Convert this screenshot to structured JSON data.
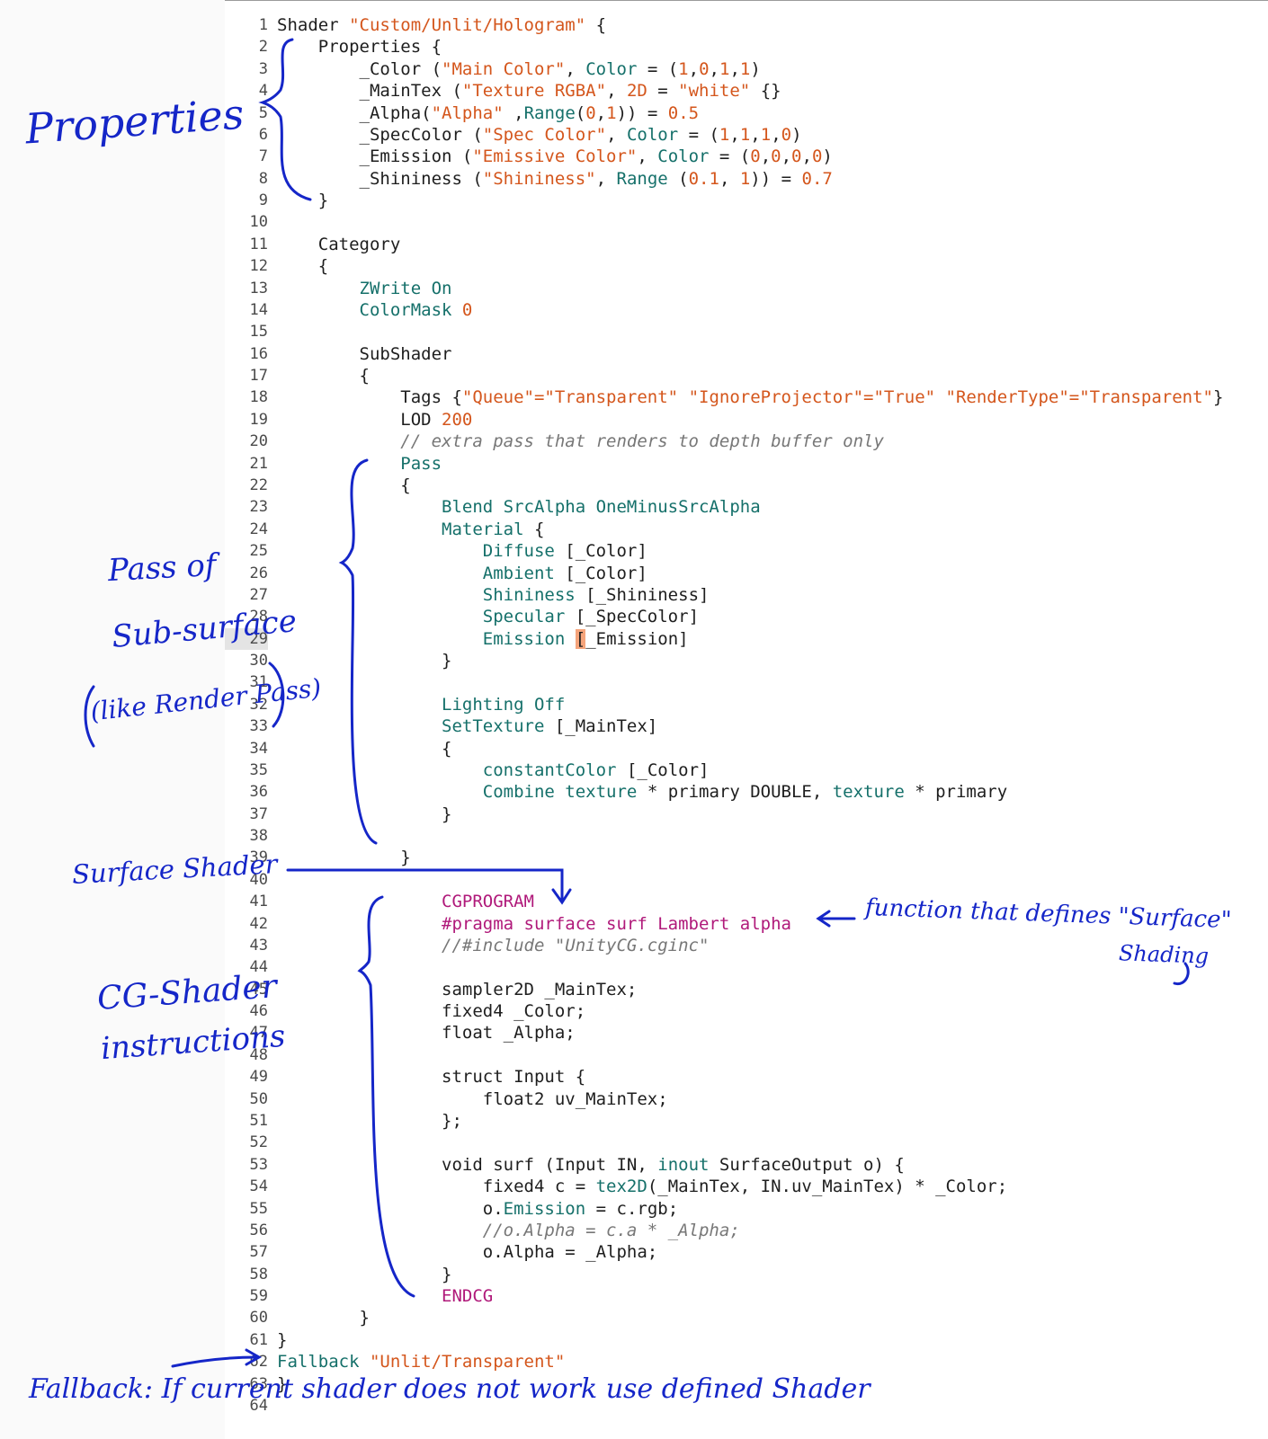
{
  "editor": {
    "current_line": 29,
    "lines": [
      {
        "n": "1",
        "segs": [
          [
            "",
            "Shader "
          ],
          [
            "st",
            "\"Custom/Unlit/Hologram\""
          ],
          [
            "",
            " {"
          ]
        ]
      },
      {
        "n": "2",
        "segs": [
          [
            "",
            "    Properties {"
          ]
        ]
      },
      {
        "n": "3",
        "segs": [
          [
            "",
            "        _Color ("
          ],
          [
            "st",
            "\"Main Color\""
          ],
          [
            "",
            ", "
          ],
          [
            "kw",
            "Color"
          ],
          [
            "",
            " = ("
          ],
          [
            "nu",
            "1"
          ],
          [
            "",
            ","
          ],
          [
            "nu",
            "0"
          ],
          [
            "",
            ","
          ],
          [
            "nu",
            "1"
          ],
          [
            "",
            ","
          ],
          [
            "nu",
            "1"
          ],
          [
            "",
            ")"
          ]
        ]
      },
      {
        "n": "4",
        "segs": [
          [
            "",
            "        _MainTex ("
          ],
          [
            "st",
            "\"Texture RGBA\""
          ],
          [
            "",
            ", "
          ],
          [
            "nu",
            "2D"
          ],
          [
            "",
            " = "
          ],
          [
            "st",
            "\"white\""
          ],
          [
            "",
            " {}"
          ]
        ]
      },
      {
        "n": "5",
        "segs": [
          [
            "",
            "        _Alpha("
          ],
          [
            "st",
            "\"Alpha\""
          ],
          [
            "",
            " ,"
          ],
          [
            "kw",
            "Range"
          ],
          [
            "",
            "("
          ],
          [
            "nu",
            "0"
          ],
          [
            "",
            ","
          ],
          [
            "nu",
            "1"
          ],
          [
            "",
            "))"
          ],
          [
            "",
            " = "
          ],
          [
            "nu",
            "0.5"
          ]
        ]
      },
      {
        "n": "6",
        "segs": [
          [
            "",
            "        _SpecColor ("
          ],
          [
            "st",
            "\"Spec Color\""
          ],
          [
            "",
            ", "
          ],
          [
            "kw",
            "Color"
          ],
          [
            "",
            " = ("
          ],
          [
            "nu",
            "1"
          ],
          [
            "",
            ","
          ],
          [
            "nu",
            "1"
          ],
          [
            "",
            ","
          ],
          [
            "nu",
            "1"
          ],
          [
            "",
            ","
          ],
          [
            "nu",
            "0"
          ],
          [
            "",
            ")"
          ]
        ]
      },
      {
        "n": "7",
        "segs": [
          [
            "",
            "        _Emission ("
          ],
          [
            "st",
            "\"Emissive Color\""
          ],
          [
            "",
            ", "
          ],
          [
            "kw",
            "Color"
          ],
          [
            "",
            " = ("
          ],
          [
            "nu",
            "0"
          ],
          [
            "",
            ","
          ],
          [
            "nu",
            "0"
          ],
          [
            "",
            ","
          ],
          [
            "nu",
            "0"
          ],
          [
            "",
            ","
          ],
          [
            "nu",
            "0"
          ],
          [
            "",
            ")"
          ]
        ]
      },
      {
        "n": "8",
        "segs": [
          [
            "",
            "        _Shininess ("
          ],
          [
            "st",
            "\"Shininess\""
          ],
          [
            "",
            ", "
          ],
          [
            "kw",
            "Range"
          ],
          [
            "",
            " ("
          ],
          [
            "nu",
            "0.1"
          ],
          [
            "",
            ", "
          ],
          [
            "nu",
            "1"
          ],
          [
            "",
            "))"
          ],
          [
            "",
            " = "
          ],
          [
            "nu",
            "0.7"
          ]
        ]
      },
      {
        "n": "9",
        "segs": [
          [
            "",
            "    }"
          ]
        ]
      },
      {
        "n": "10",
        "segs": []
      },
      {
        "n": "11",
        "segs": [
          [
            "",
            "    Category"
          ]
        ]
      },
      {
        "n": "12",
        "segs": [
          [
            "",
            "    {"
          ]
        ]
      },
      {
        "n": "13",
        "segs": [
          [
            "kw",
            "        ZWrite On"
          ]
        ]
      },
      {
        "n": "14",
        "segs": [
          [
            "kw",
            "        ColorMask "
          ],
          [
            "nu",
            "0"
          ]
        ]
      },
      {
        "n": "15",
        "segs": []
      },
      {
        "n": "16",
        "segs": [
          [
            "",
            "        SubShader"
          ]
        ]
      },
      {
        "n": "17",
        "segs": [
          [
            "",
            "        {"
          ]
        ]
      },
      {
        "n": "18",
        "segs": [
          [
            "",
            "            Tags {"
          ],
          [
            "st",
            "\"Queue\"=\"Transparent\" \"IgnoreProjector\"=\"True\" \"RenderType\"=\"Transparent\""
          ],
          [
            "",
            "}"
          ]
        ]
      },
      {
        "n": "19",
        "segs": [
          [
            "",
            "            LOD "
          ],
          [
            "nu",
            "200"
          ]
        ]
      },
      {
        "n": "20",
        "segs": [
          [
            "cm",
            "            // extra pass that renders to depth buffer only"
          ]
        ]
      },
      {
        "n": "21",
        "segs": [
          [
            "kw",
            "            Pass"
          ]
        ]
      },
      {
        "n": "22",
        "segs": [
          [
            "",
            "            {"
          ]
        ]
      },
      {
        "n": "23",
        "segs": [
          [
            "kw",
            "                Blend SrcAlpha OneMinusSrcAlpha"
          ]
        ]
      },
      {
        "n": "24",
        "segs": [
          [
            "kw",
            "                Material"
          ],
          [
            "",
            " {"
          ]
        ]
      },
      {
        "n": "25",
        "segs": [
          [
            "kw",
            "                    Diffuse"
          ],
          [
            "",
            " [_Color]"
          ]
        ]
      },
      {
        "n": "26",
        "segs": [
          [
            "kw",
            "                    Ambient"
          ],
          [
            "",
            " [_Color]"
          ]
        ]
      },
      {
        "n": "27",
        "segs": [
          [
            "kw",
            "                    Shininess"
          ],
          [
            "",
            " [_Shininess]"
          ]
        ]
      },
      {
        "n": "28",
        "segs": [
          [
            "kw",
            "                    Specular"
          ],
          [
            "",
            " [_SpecColor]"
          ]
        ]
      },
      {
        "n": "29",
        "segs": [
          [
            "kw",
            "                    Emission"
          ],
          [
            "",
            " "
          ],
          [
            "hl",
            "["
          ],
          [
            "",
            "_Emission]"
          ]
        ]
      },
      {
        "n": "30",
        "segs": [
          [
            "",
            "                }"
          ]
        ]
      },
      {
        "n": "31",
        "segs": []
      },
      {
        "n": "32",
        "segs": [
          [
            "kw",
            "                Lighting Off"
          ]
        ]
      },
      {
        "n": "33",
        "segs": [
          [
            "kw",
            "                SetTexture"
          ],
          [
            "",
            " [_MainTex]"
          ]
        ]
      },
      {
        "n": "34",
        "segs": [
          [
            "",
            "                {"
          ]
        ]
      },
      {
        "n": "35",
        "segs": [
          [
            "kw",
            "                    constantColor"
          ],
          [
            "",
            " [_Color]"
          ]
        ]
      },
      {
        "n": "36",
        "segs": [
          [
            "kw",
            "                    Combine texture"
          ],
          [
            "",
            " * primary DOUBLE, "
          ],
          [
            "kw",
            "texture"
          ],
          [
            "",
            " * primary"
          ]
        ]
      },
      {
        "n": "37",
        "segs": [
          [
            "",
            "                }"
          ]
        ]
      },
      {
        "n": "38",
        "segs": []
      },
      {
        "n": "39",
        "segs": [
          [
            "",
            "            }"
          ]
        ]
      },
      {
        "n": "40",
        "segs": []
      },
      {
        "n": "41",
        "segs": [
          [
            "pp",
            "                CGPROGRAM"
          ]
        ]
      },
      {
        "n": "42",
        "segs": [
          [
            "pp",
            "                #pragma surface surf Lambert alpha"
          ]
        ]
      },
      {
        "n": "43",
        "segs": [
          [
            "cm",
            "                //#include \"UnityCG.cginc\""
          ]
        ]
      },
      {
        "n": "44",
        "segs": []
      },
      {
        "n": "45",
        "segs": [
          [
            "",
            "                sampler2D _MainTex;"
          ]
        ]
      },
      {
        "n": "46",
        "segs": [
          [
            "",
            "                fixed4 _Color;"
          ]
        ]
      },
      {
        "n": "47",
        "segs": [
          [
            "",
            "                float _Alpha;"
          ]
        ]
      },
      {
        "n": "48",
        "segs": []
      },
      {
        "n": "49",
        "segs": [
          [
            "",
            "                struct Input {"
          ]
        ]
      },
      {
        "n": "50",
        "segs": [
          [
            "",
            "                    float2 uv_MainTex;"
          ]
        ]
      },
      {
        "n": "51",
        "segs": [
          [
            "",
            "                };"
          ]
        ]
      },
      {
        "n": "52",
        "segs": []
      },
      {
        "n": "53",
        "segs": [
          [
            "",
            "                void surf (Input IN, "
          ],
          [
            "kw",
            "inout"
          ],
          [
            "",
            " SurfaceOutput o) {"
          ]
        ]
      },
      {
        "n": "54",
        "segs": [
          [
            "",
            "                    fixed4 c = "
          ],
          [
            "kw",
            "tex2D"
          ],
          [
            "",
            "(_MainTex, IN.uv_MainTex) * _Color;"
          ]
        ]
      },
      {
        "n": "55",
        "segs": [
          [
            "",
            "                    o."
          ],
          [
            "kw",
            "Emission"
          ],
          [
            "",
            " = c.rgb;"
          ]
        ]
      },
      {
        "n": "56",
        "segs": [
          [
            "cm",
            "                    //o.Alpha = c.a * _Alpha;"
          ]
        ]
      },
      {
        "n": "57",
        "segs": [
          [
            "",
            "                    o.Alpha = _Alpha;"
          ]
        ]
      },
      {
        "n": "58",
        "segs": [
          [
            "",
            "                }"
          ]
        ]
      },
      {
        "n": "59",
        "segs": [
          [
            "pp",
            "                ENDCG"
          ]
        ]
      },
      {
        "n": "60",
        "segs": [
          [
            "",
            "        }"
          ]
        ]
      },
      {
        "n": "61",
        "segs": [
          [
            "",
            "}"
          ]
        ]
      },
      {
        "n": "62",
        "segs": [
          [
            "kw",
            "Fallback "
          ],
          [
            "st",
            "\"Unlit/Transparent\""
          ]
        ]
      },
      {
        "n": "63",
        "segs": [
          [
            "",
            "}"
          ]
        ]
      },
      {
        "n": "64",
        "segs": []
      }
    ]
  },
  "annotations": {
    "properties": "Properties",
    "pass_line1": "Pass of",
    "pass_line2": "Sub-surface",
    "pass_line3": "(like Render Pass)",
    "surface_shader": "Surface Shader",
    "function_line1": "function that defines \"Surface\"",
    "function_line2": "Shading",
    "cg_line1": "CG-Shader",
    "cg_line2": "instructions",
    "fallback": "Fallback: If current shader does not work use defined Shader",
    "ink_color": "#1526c8"
  }
}
